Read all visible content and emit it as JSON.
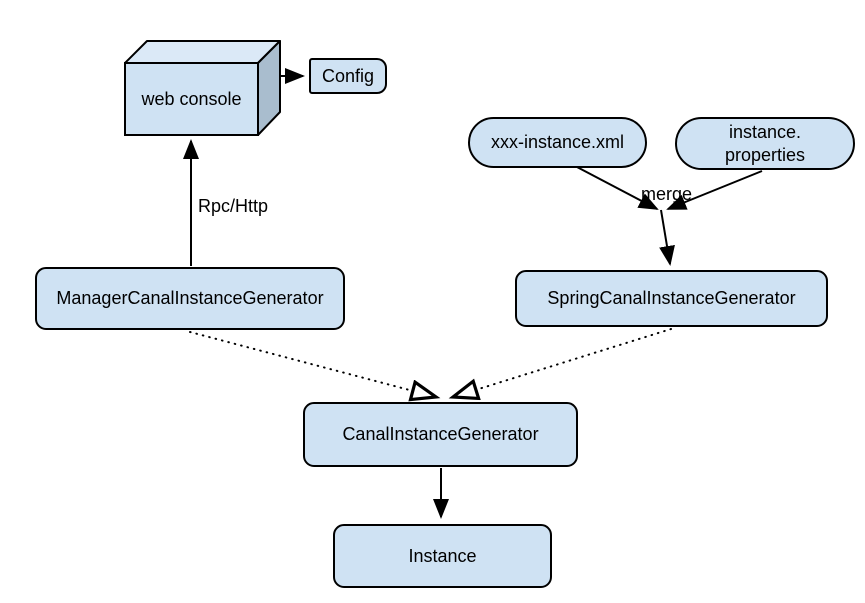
{
  "diagram": {
    "description": "canal instance generator architecture diagram",
    "colors": {
      "node_fill": "#cfe2f3",
      "cube_top_fill": "#dbe9f7",
      "cube_side_fill": "#a9bdce",
      "border": "#000000",
      "background": "#ffffff",
      "text": "#000000"
    },
    "nodes": {
      "web_console": {
        "label": "web console"
      },
      "config": {
        "label": "Config"
      },
      "xxx_instance_xml": {
        "label": "xxx-instance.xml"
      },
      "instance_properties": {
        "label": "instance.\nproperties"
      },
      "manager_generator": {
        "label": "ManagerCanalInstanceGenerator"
      },
      "spring_generator": {
        "label": "SpringCanalInstanceGenerator"
      },
      "canal_generator": {
        "label": "CanalInstanceGenerator"
      },
      "instance": {
        "label": "Instance"
      }
    },
    "edges": {
      "rpc_http": {
        "label": "Rpc/Http",
        "from": "ManagerCanalInstanceGenerator",
        "to": "web console",
        "style": "solid",
        "arrowhead": "filled"
      },
      "webconsole_config": {
        "label": "",
        "from": "web console",
        "to": "Config",
        "style": "solid",
        "arrowhead": "filled"
      },
      "xml_merge": {
        "label": "",
        "from": "xxx-instance.xml",
        "to": "merge point",
        "style": "solid",
        "arrowhead": "filled"
      },
      "properties_merge": {
        "label": "",
        "from": "instance.properties",
        "to": "merge point",
        "style": "solid",
        "arrowhead": "filled"
      },
      "merge": {
        "label": "merge",
        "from": "merge point",
        "to": "SpringCanalInstanceGenerator",
        "style": "solid",
        "arrowhead": "filled"
      },
      "manager_canal": {
        "label": "",
        "from": "ManagerCanalInstanceGenerator",
        "to": "CanalInstanceGenerator",
        "style": "dotted",
        "arrowhead": "hollow-triangle"
      },
      "spring_canal": {
        "label": "",
        "from": "SpringCanalInstanceGenerator",
        "to": "CanalInstanceGenerator",
        "style": "dotted",
        "arrowhead": "hollow-triangle"
      },
      "canal_instance": {
        "label": "",
        "from": "CanalInstanceGenerator",
        "to": "Instance",
        "style": "solid",
        "arrowhead": "filled"
      }
    }
  }
}
